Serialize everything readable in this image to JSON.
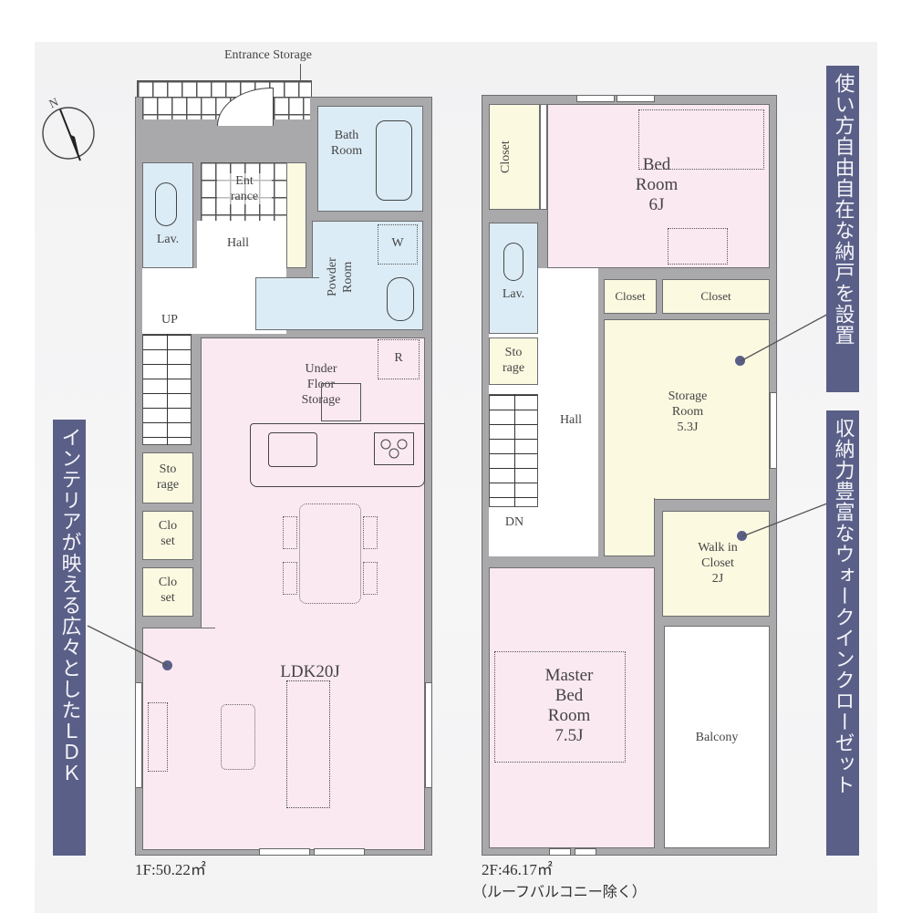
{
  "title": "Floor plan",
  "compass": {
    "label": "N",
    "icon": "north-compass-icon"
  },
  "callouts": {
    "entrance_storage": "Entrance Storage"
  },
  "floor1": {
    "area_label": "1F:50.22㎡",
    "rooms": {
      "bath": "Bath\nRoom",
      "entrance": "Ent\nrance",
      "lav": "Lav.",
      "hall": "Hall",
      "powder": "Powder\nRoom",
      "washer": "W",
      "up": "UP",
      "under_floor": "Under\nFloor\nStorage",
      "fridge": "R",
      "storage": "Sto\nrage",
      "closet1": "Clo\nset",
      "closet2": "Clo\nset",
      "ldk": "LDK20J"
    }
  },
  "floor2": {
    "area_label": "2F:46.17㎡",
    "area_note": "（ルーフバルコニー除く）",
    "rooms": {
      "closet_left": "Closet",
      "bed": "Bed\nRoom\n6J",
      "lav": "Lav.",
      "storage": "Sto\nrage",
      "closet_a": "Closet",
      "closet_b": "Closet",
      "hall": "Hall",
      "dn": "DN",
      "storage_room": "Storage\nRoom\n5.3J",
      "walk_in": "Walk in\nCloset\n2J",
      "master": "Master\nBed\nRoom\n7.5J",
      "balcony": "Balcony"
    }
  },
  "banners": {
    "left": "インテリアが映える広々としたＬＤＫ",
    "right_top": "使い方自由自在な納戸を設置",
    "right_bottom": "収納力豊富なウォークインクローゼット"
  },
  "colors": {
    "banner": "#5a5f88",
    "wall": "#a9a9ab",
    "pink_room": "#fbe9f1",
    "blue_room": "#dcecf6",
    "yellow_room": "#fbf9e0"
  }
}
